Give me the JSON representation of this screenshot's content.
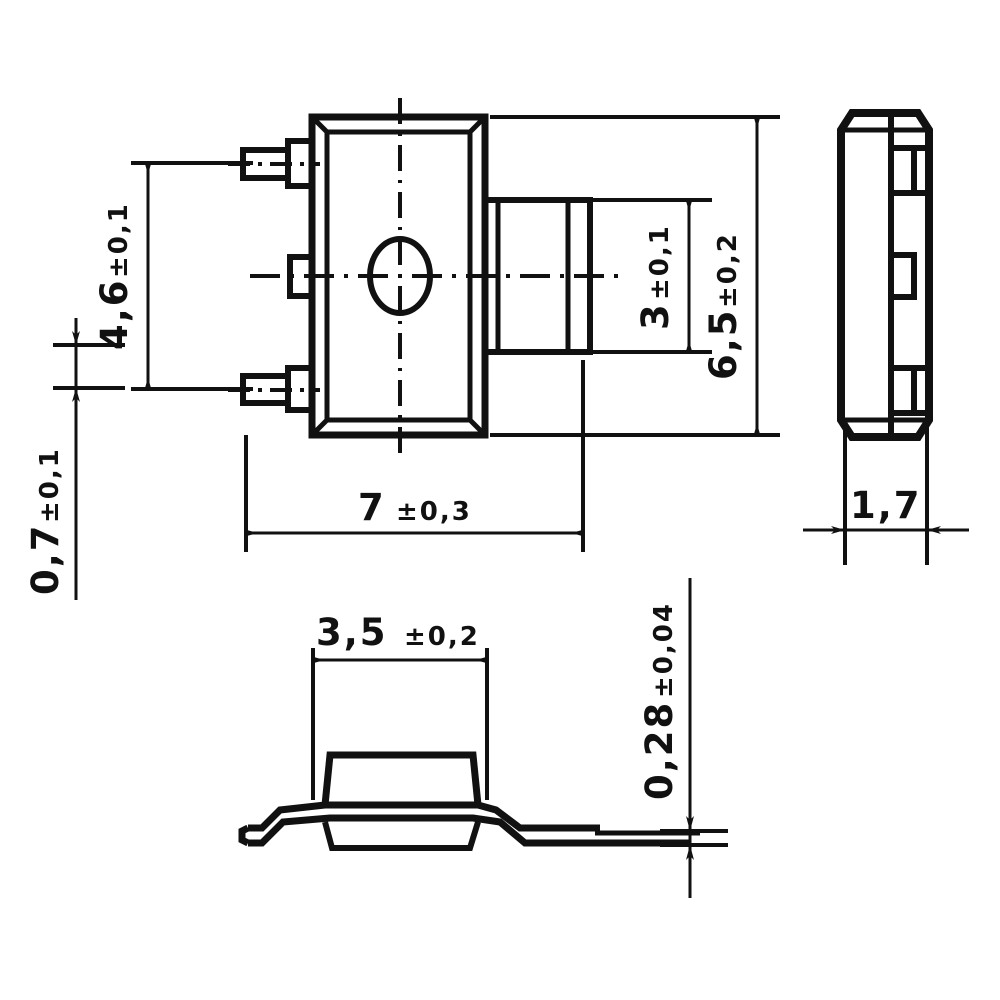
{
  "drawing": {
    "title": "SMD transistor package outline drawing",
    "units": "mm",
    "line_color": "#111111",
    "background_color": "#ffffff",
    "views": [
      {
        "name": "top-view",
        "label": ""
      },
      {
        "name": "side-view",
        "label": ""
      },
      {
        "name": "front-view",
        "label": ""
      }
    ]
  },
  "dimensions": {
    "height_4_6": {
      "value": "4,6",
      "tolerance": "±0,1",
      "orientation": "vertical",
      "view": "top-view"
    },
    "lead_0_7": {
      "value": "0,7",
      "tolerance": "±0,1",
      "orientation": "vertical",
      "view": "top-view"
    },
    "length_7": {
      "value": "7",
      "tolerance": "±0,3",
      "orientation": "horizontal",
      "view": "top-view"
    },
    "tab_3": {
      "value": "3",
      "tolerance": "±0,1",
      "orientation": "vertical",
      "view": "top-view"
    },
    "width_6_5": {
      "value": "6,5",
      "tolerance": "±0,2",
      "orientation": "vertical",
      "view": "top-view"
    },
    "thickness_1_7": {
      "value": "1,7",
      "tolerance": "",
      "orientation": "horizontal",
      "view": "side-view"
    },
    "body_3_5": {
      "value": "3,5",
      "tolerance": "±0,2",
      "orientation": "horizontal",
      "view": "front-view"
    },
    "lead_0_28": {
      "value": "0,28",
      "tolerance": "±0,04",
      "orientation": "vertical",
      "view": "front-view"
    }
  },
  "labels": {
    "d4_6_main": "4,6",
    "d4_6_tol": "±0,1",
    "d0_7_main": "0,7",
    "d0_7_tol": "±0,1",
    "d7_main": "7",
    "d7_tol": "±0,3",
    "d3_main": "3",
    "d3_tol": "±0,1",
    "d6_5_main": "6,5",
    "d6_5_tol": "±0,2",
    "d1_7_main": "1,7",
    "d3_5_main": "3,5",
    "d3_5_tol": "±0,2",
    "d0_28_main": "0,28",
    "d0_28_tol": "±0,04"
  }
}
